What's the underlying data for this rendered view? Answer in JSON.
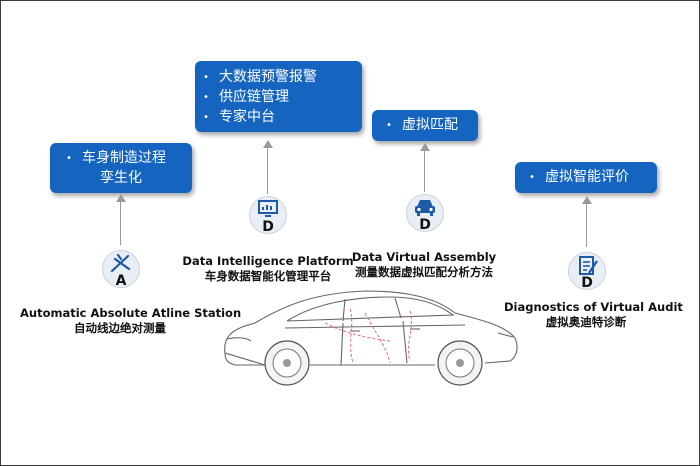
{
  "boxes": {
    "body_process": [
      "车身制造过程",
      "孪生化"
    ],
    "data_platform": [
      "大数据预警报警",
      "供应链管理",
      "专家中台"
    ],
    "virtual_match": [
      "虚拟匹配"
    ],
    "virtual_eval": [
      "虚拟智能评价"
    ]
  },
  "nodes": {
    "a": {
      "letter": "A",
      "icon": "measuring-probe-icon",
      "en": "Automatic Absolute Atline Station",
      "cn": "自动线边绝对测量"
    },
    "d1": {
      "letter": "D",
      "icon": "monitor-chart-icon",
      "en": "Data Intelligence Platform",
      "cn": "车身数据智能化管理平台"
    },
    "d2": {
      "letter": "D",
      "icon": "car-front-icon",
      "en": "Data Virtual Assembly",
      "cn": "测量数据虚拟匹配分析方法"
    },
    "d3": {
      "letter": "D",
      "icon": "checklist-document-icon",
      "en": "Diagnostics of Virtual Audit",
      "cn": "虚拟奥迪特诊断"
    }
  },
  "colors": {
    "box": "#1565c0",
    "connector": "#9a9a9a",
    "icon": "#1e5aa8"
  }
}
